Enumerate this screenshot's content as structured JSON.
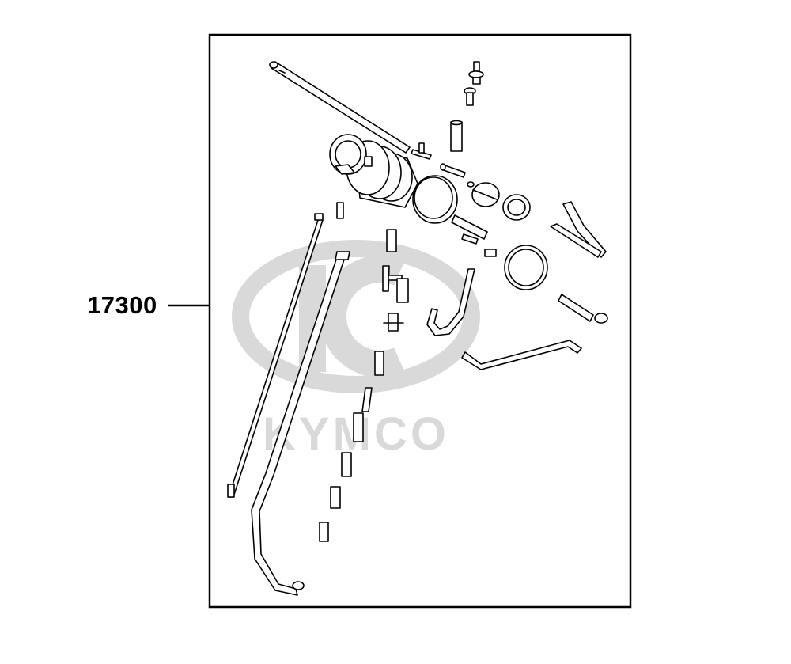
{
  "diagram": {
    "callout": {
      "part_number": "17300"
    },
    "watermark": {
      "brand": "KYMCO",
      "color": "#d9d9d9"
    },
    "colors": {
      "line": "#000000",
      "frame": "#000000",
      "background": "#ffffff"
    },
    "icons": [
      "kymco-logo-watermark",
      "fuel-pump-canister",
      "hose-clamp",
      "fuel-hose",
      "hose-connector"
    ]
  }
}
